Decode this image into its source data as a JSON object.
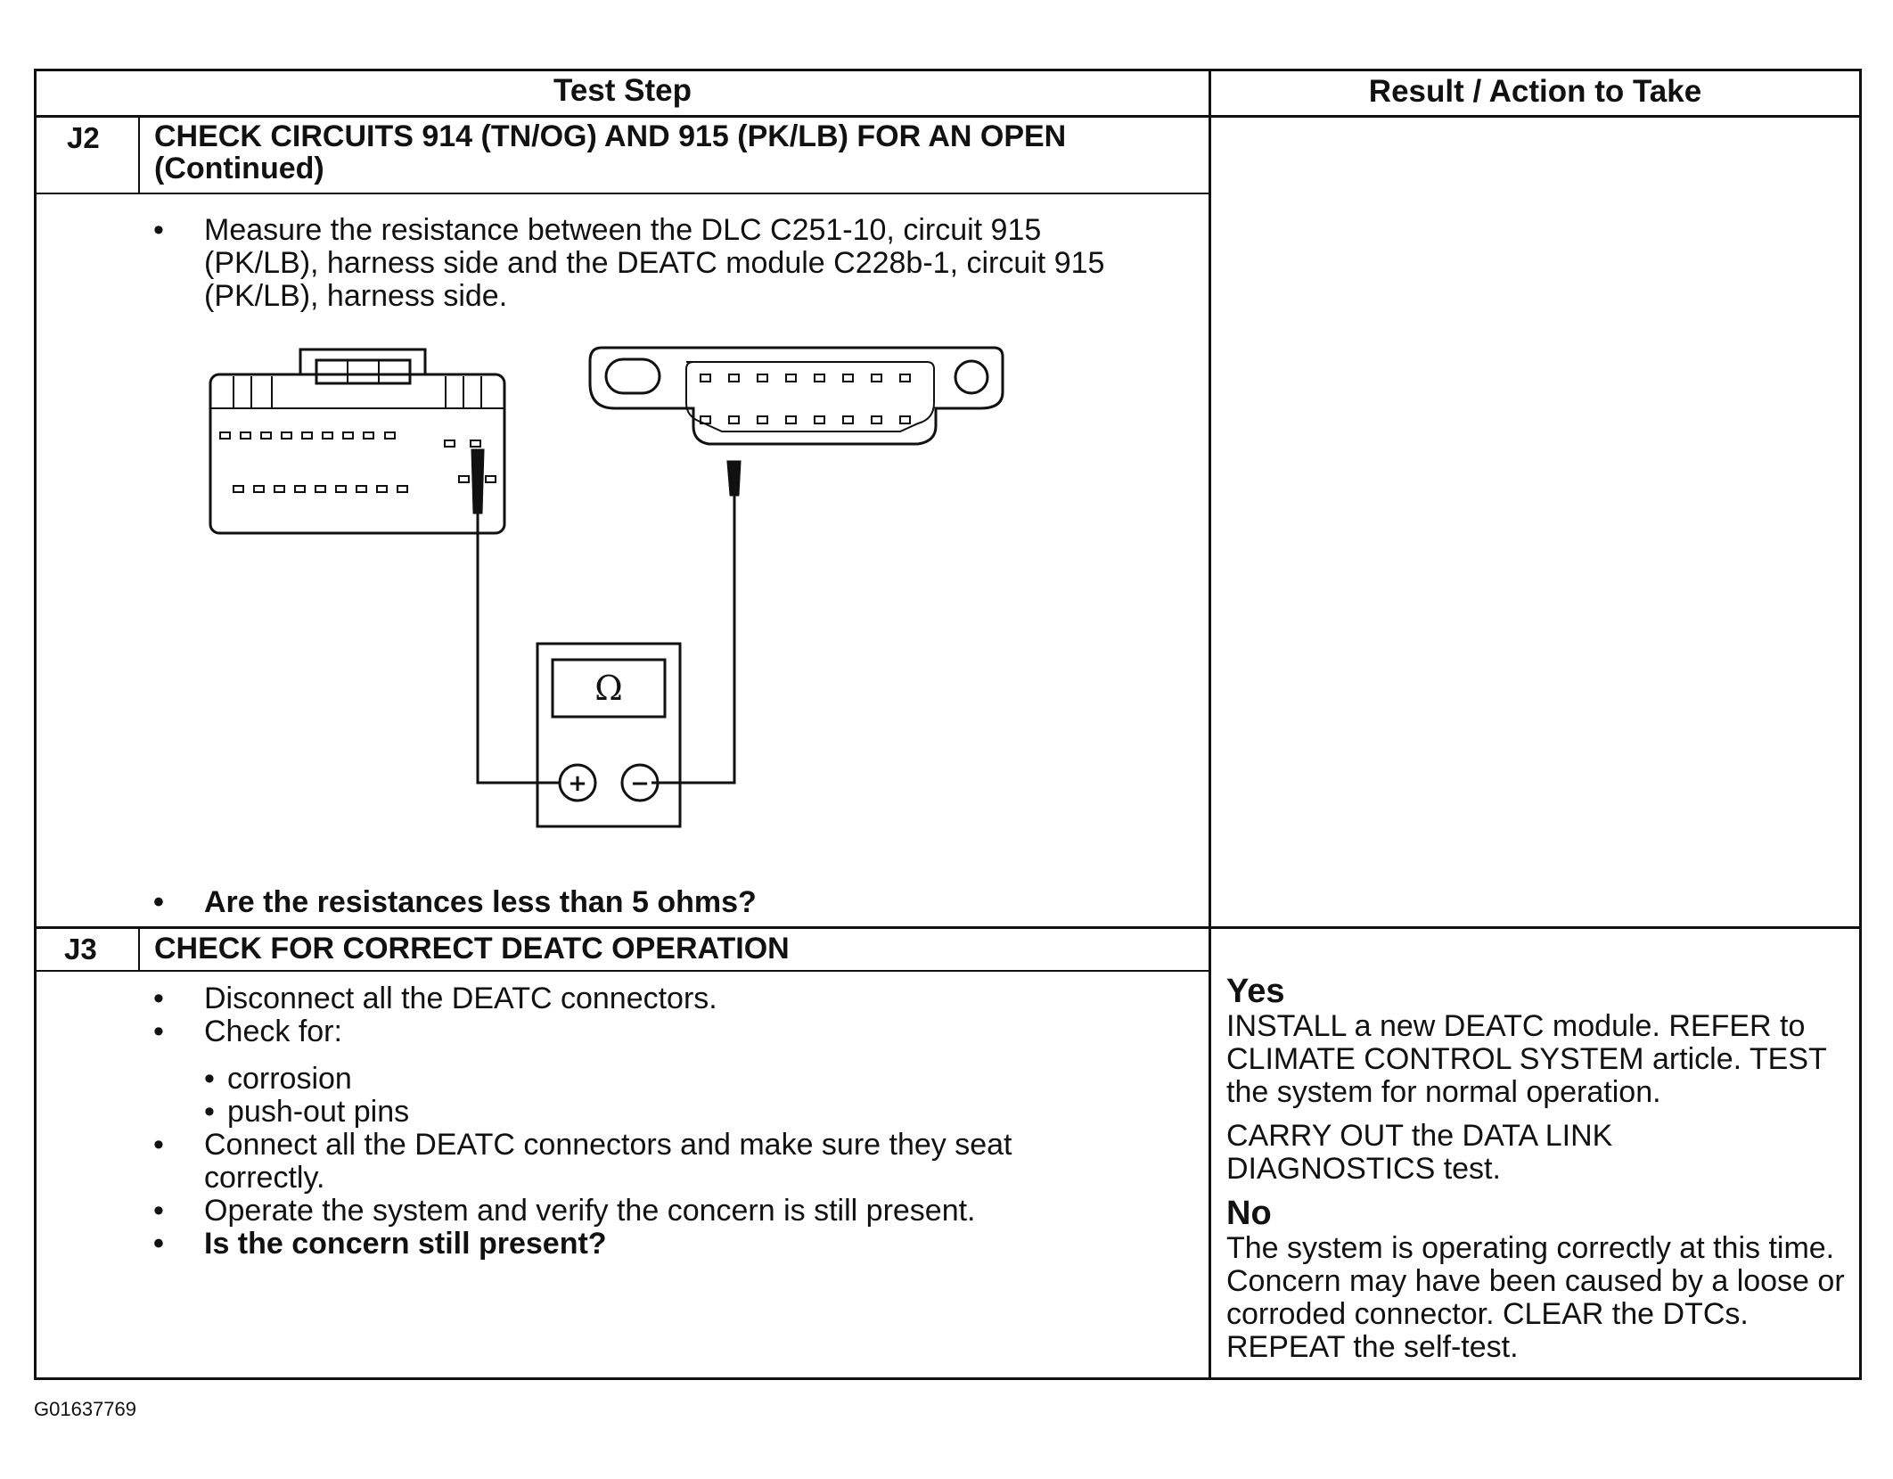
{
  "table": {
    "header": {
      "test_step": "Test Step",
      "result_action": "Result / Action to Take"
    },
    "steps": [
      {
        "id": "J2",
        "title": "CHECK CIRCUITS 914 (TN/OG) AND 915 (PK/LB) FOR AN OPEN (Continued)",
        "instruction": "Measure the resistance between the DLC C251-10, circuit 915 (PK/LB), harness side and the DEATC module C228b-1, circuit 915 (PK/LB), harness side.",
        "question": "Are the resistances less than 5 ohms?",
        "diagram": {
          "meter_symbol": "Ω",
          "plus_symbol": "+",
          "minus_symbol": "−"
        }
      },
      {
        "id": "J3",
        "title": "CHECK FOR CORRECT DEATC OPERATION",
        "items": [
          "Disconnect all the DEATC connectors.",
          "Check for:",
          "Connect all the DEATC connectors and make sure they seat correctly.",
          "Operate the system and verify the concern is still present."
        ],
        "sub_items": [
          "corrosion",
          "push-out pins"
        ],
        "question": "Is the concern still present?",
        "result": {
          "yes_label": "Yes",
          "yes_text_1": "INSTALL a new DEATC module. REFER to CLIMATE CONTROL SYSTEM article. TEST the system for normal operation.",
          "yes_text_2": "CARRY OUT the DATA LINK DIAGNOSTICS test.",
          "no_label": "No",
          "no_text": "The system is operating correctly at this time. Concern may have been caused by a loose or corroded connector. CLEAR the DTCs. REPEAT the self-test."
        }
      }
    ]
  },
  "figure_ref": "G01637769"
}
